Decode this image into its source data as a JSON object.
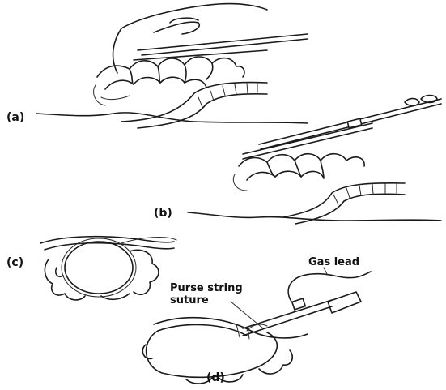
{
  "panels": [
    {
      "id": "a",
      "label": "(a)"
    },
    {
      "id": "b",
      "label": "(b)"
    },
    {
      "id": "c",
      "label": "(c)"
    },
    {
      "id": "d",
      "label": "(d)"
    }
  ],
  "callouts": {
    "gas_lead": "Gas lead",
    "purse_string_line1": "Purse string",
    "purse_string_line2": "suture"
  }
}
